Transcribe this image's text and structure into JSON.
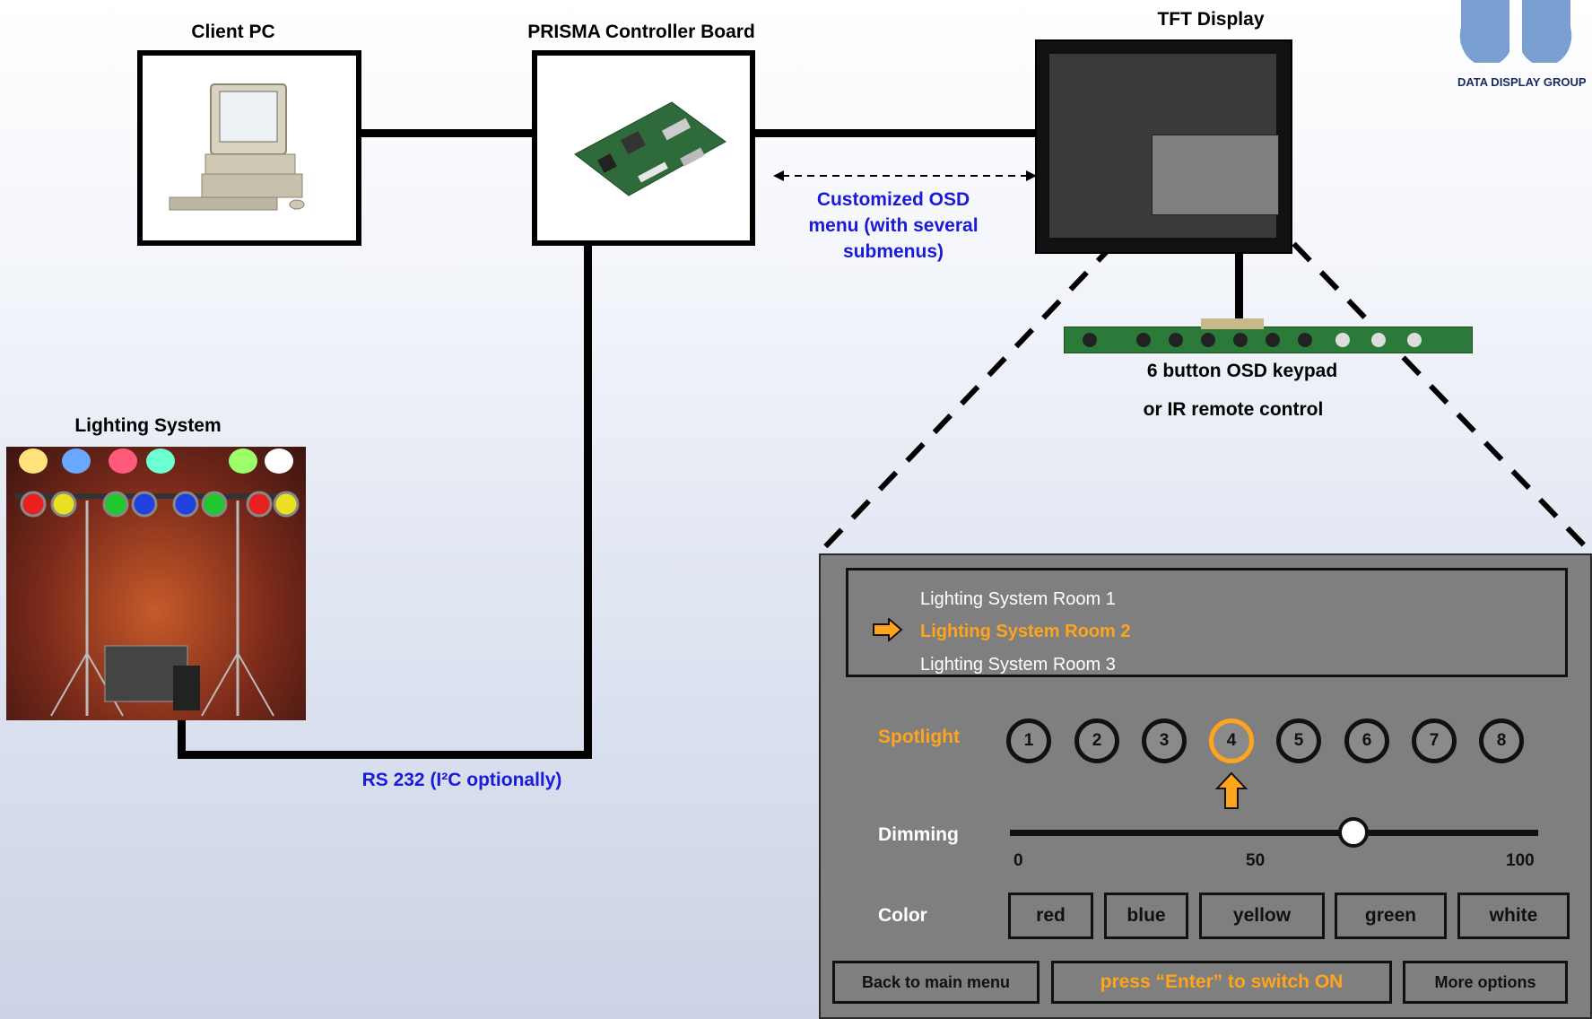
{
  "labels": {
    "client_pc": "Client PC",
    "controller": "PRISMA Controller Board",
    "tft": "TFT Display",
    "lighting": "Lighting System",
    "osd_link": "Customized OSD menu (with several submenus)",
    "keypad_line1": "6 button OSD keypad",
    "keypad_line2": "or IR remote control",
    "rs232": "RS 232 (I²C optionally)",
    "logo_text": "DATA DISPLAY GROUP"
  },
  "osd": {
    "rooms": [
      "Lighting System Room 1",
      "Lighting System Room 2",
      "Lighting System Room 3"
    ],
    "selected_room": "Lighting System Room 2",
    "spotlight_label": "Spotlight",
    "spotlights": [
      "1",
      "2",
      "3",
      "4",
      "5",
      "6",
      "7",
      "8"
    ],
    "selected_spotlight": "4",
    "dimming_label": "Dimming",
    "dimming_scale": [
      "0",
      "50",
      "100"
    ],
    "dimming_value": 65,
    "color_label": "Color",
    "colors": [
      "red",
      "blue",
      "yellow",
      "green",
      "white"
    ],
    "back_button": "Back to main menu",
    "enter_hint": "press “Enter” to switch ON",
    "more_button": "More options"
  },
  "colors": {
    "accent": "#ffa41c",
    "link_blue": "#1a1adb",
    "osd_bg": "#7f7f7f"
  }
}
